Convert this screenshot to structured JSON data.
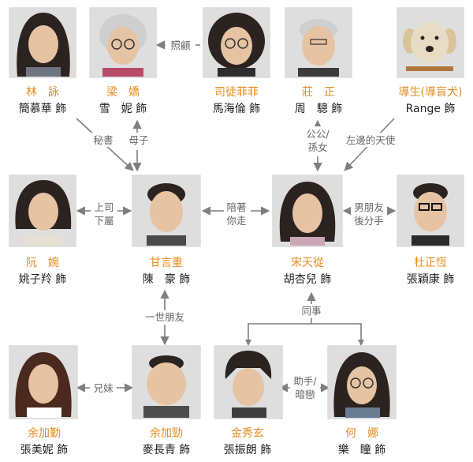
{
  "characters": [
    {
      "key": "lin",
      "name": "林　詠",
      "actor": "簡慕華 飾"
    },
    {
      "key": "liang",
      "name": "梁　嬌",
      "actor": "雪　妮 飾"
    },
    {
      "key": "situ",
      "name": "司徒菲菲",
      "actor": "馬海倫 飾"
    },
    {
      "key": "zhuang",
      "name": "莊　正",
      "actor": "周　驄 飾"
    },
    {
      "key": "dog",
      "name": "導生(導盲犬)",
      "actor": "Range 飾"
    },
    {
      "key": "ruan",
      "name": "阮　婉",
      "actor": "姚子羚 飾"
    },
    {
      "key": "gan",
      "name": "甘言重",
      "actor": "陳　豪 飾"
    },
    {
      "key": "song",
      "name": "宋天從",
      "actor": "胡杏兒 飾"
    },
    {
      "key": "du",
      "name": "杜正恆",
      "actor": "張穎康 飾"
    },
    {
      "key": "yuqin",
      "name": "余加勤",
      "actor": "張美妮 飾"
    },
    {
      "key": "yujin",
      "name": "余加勁",
      "actor": "麥長青 飾"
    },
    {
      "key": "jin",
      "name": "金秀玄",
      "actor": "張振朗 飾"
    },
    {
      "key": "he",
      "name": "何　娜",
      "actor": "樂　瞳 飾"
    }
  ],
  "relations": {
    "care": [
      "照顧"
    ],
    "secretary": [
      "秘書"
    ],
    "mother_son": [
      "母子"
    ],
    "grandparent": [
      "公公/",
      "孫女"
    ],
    "left_angel": [
      "左邊的天使"
    ],
    "boss": [
      "上司",
      "下屬"
    ],
    "accompany": [
      "陪著",
      "你走"
    ],
    "ex": [
      "男朋友",
      "後分手"
    ],
    "lifelong": [
      "一世朋友"
    ],
    "colleague": [
      "同事"
    ],
    "siblings": [
      "兄妹"
    ],
    "assistant": [
      "助手/",
      "暗戀"
    ]
  }
}
